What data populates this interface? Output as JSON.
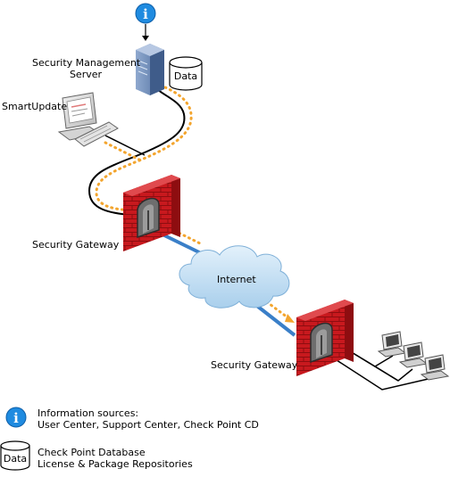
{
  "labels": {
    "server_line1": "Security Management",
    "server_line2": "Server",
    "data_cylinder": "Data",
    "smartupdate": "SmartUpdate",
    "gateway_top": "Security Gateway",
    "internet": "Internet",
    "gateway_bottom": "Security Gateway"
  },
  "legend": {
    "info_line1": "Information sources:",
    "info_line2": "User Center, Support Center, Check Point CD",
    "data_symbol": "Data",
    "data_line1": "Check Point Database",
    "data_line2": "License & Package Repositories"
  },
  "icons": {
    "info_symbol": "i"
  },
  "colors": {
    "info_blue": "#1f8be0",
    "firewall_red": "#c8191e",
    "link_blue": "#3a7fc8",
    "dotted_orange": "#f3a52e",
    "cloud": "#c9e3f5"
  }
}
